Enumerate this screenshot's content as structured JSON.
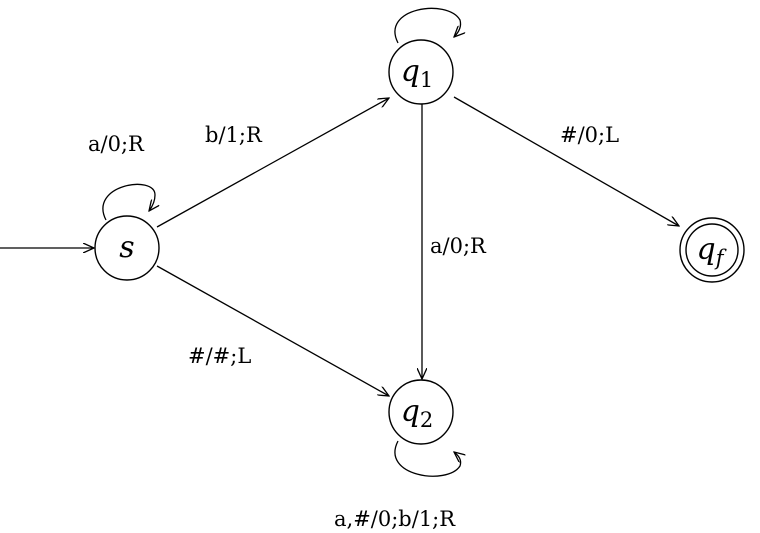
{
  "states": {
    "s": {
      "name": "s",
      "sub": ""
    },
    "q1": {
      "name": "q",
      "sub": "1"
    },
    "q2": {
      "name": "q",
      "sub": "2"
    },
    "qf": {
      "name": "q",
      "sub": "f",
      "accepting": true
    }
  },
  "transitions": {
    "s_self": "a/0;R",
    "s_q1": "b/1;R",
    "s_q2": "#/#;L",
    "q1_q2": "a/0;R",
    "q1_qf": "#/0;L",
    "q2_self": "a,#/0;b/1;R"
  },
  "colors": {
    "stroke": "#000000",
    "fill": "#ffffff"
  }
}
